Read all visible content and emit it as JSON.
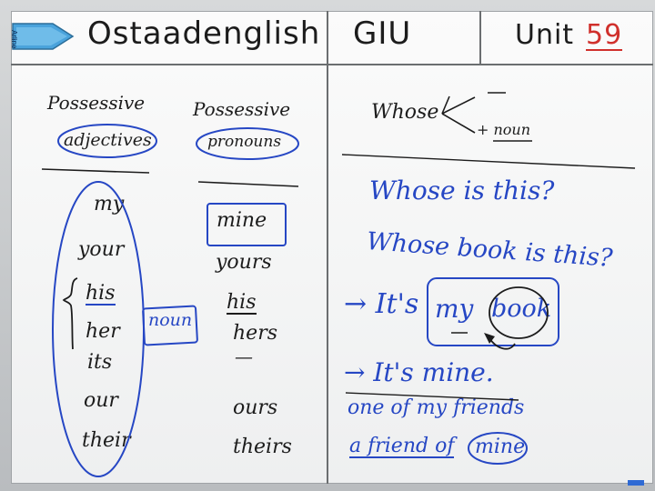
{
  "header": {
    "tag_label": "Arline",
    "title": "Ostaadenglish",
    "middle": "GIU",
    "unit_label": "Unit",
    "unit_number": "59"
  },
  "left": {
    "heading1_line1": "Possessive",
    "heading1_line2": "adjectives",
    "heading2_line1": "Possessive",
    "heading2_line2": "pronouns",
    "adjectives": [
      "my",
      "your",
      "his",
      "her",
      "its",
      "our",
      "their"
    ],
    "noun_box": "noun",
    "pronouns": [
      "mine",
      "yours",
      "his",
      "hers",
      "—",
      "ours",
      "theirs"
    ]
  },
  "right": {
    "whose": "Whose",
    "plus_noun": "+ noun",
    "q1": "Whose is this?",
    "q2": "Whose book is this?",
    "a1_prefix": "→ It's",
    "a1_my": "my",
    "a1_book": "book",
    "a2": "→ It's mine.",
    "e1": "one of my friends",
    "e2_a": "a friend of",
    "e2_mine": "mine"
  },
  "colors": {
    "ink_black": "#1c1c1c",
    "ink_blue": "#2647c4",
    "ink_red": "#d0302c",
    "tag_blue": "#4aa3dc"
  }
}
